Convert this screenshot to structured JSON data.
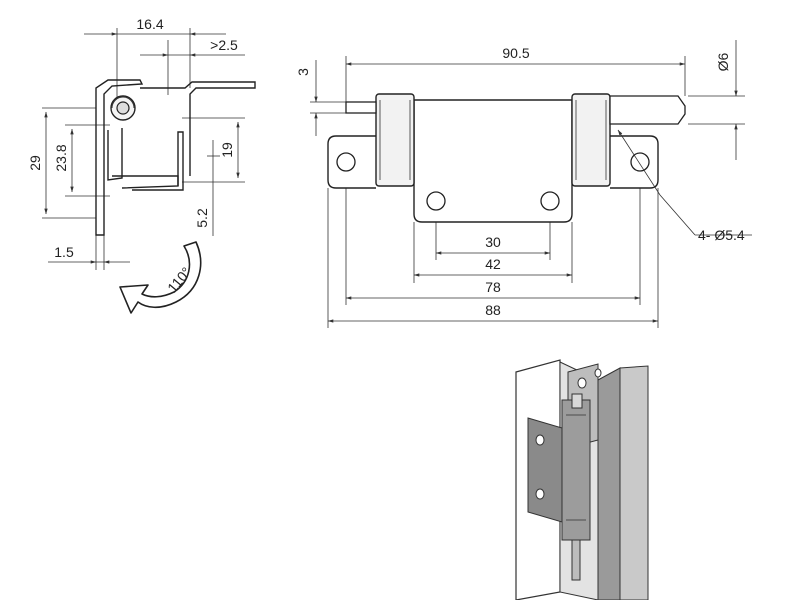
{
  "side_view": {
    "dims": {
      "width_16_4": "16.4",
      "gap_2_5": ">2.5",
      "height_29": "29",
      "height_23_8": "23.8",
      "height_19": "19",
      "thick_1_5": "1.5",
      "offset_5_2": "5.2"
    },
    "rotation_label": "110°"
  },
  "front_view": {
    "dims": {
      "overall_90_5": "90.5",
      "pin_3": "3",
      "pin_dia_6": "Ø6",
      "span_30": "30",
      "span_42": "42",
      "span_78": "78",
      "span_88": "88"
    },
    "hole_callout": "4- Ø5.4"
  },
  "colors": {
    "line": "#333333",
    "part_fill": "#e6e6e6",
    "render_dark": "#7d7d7d",
    "render_mid": "#a9a9a9",
    "render_light": "#d2d2d2"
  },
  "icons": {
    "rotation": "rotation-arrow-icon"
  }
}
